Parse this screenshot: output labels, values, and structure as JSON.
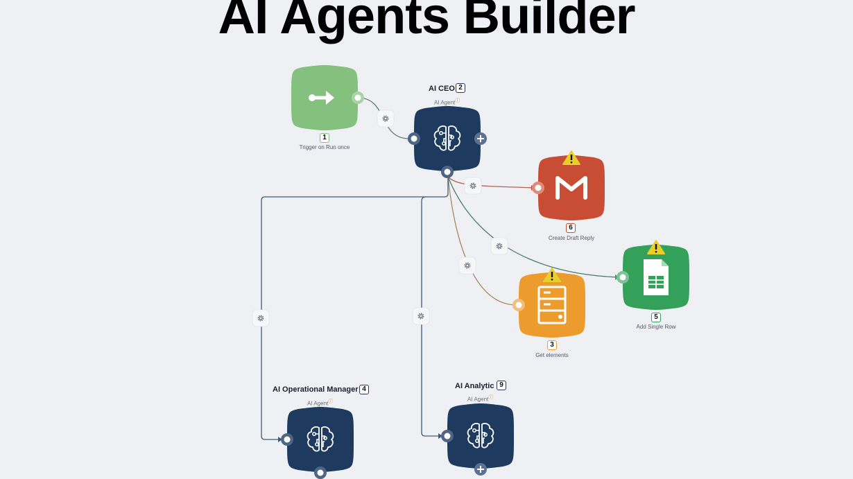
{
  "page": {
    "title": "AI Agents Builder"
  },
  "colors": {
    "background": "#eff0f4",
    "agent": "#1e3a5f",
    "trigger": "#85c17e",
    "gmail": "#c94c35",
    "sheets": "#34a15a",
    "storage": "#ec9c2c",
    "warning": "#e9cf2a",
    "connector": "#3f5a78"
  },
  "nodes": {
    "trigger": {
      "number": "1",
      "label": "Trigger on Run once",
      "icon": "arrow-right-icon"
    },
    "ceo": {
      "number": "2",
      "title": "AI CEO",
      "subtitle": "AI Agent",
      "icon": "brain-icon"
    },
    "get_elements": {
      "number": "3",
      "label": "Get elements",
      "icon": "server-icon",
      "warning": true
    },
    "op_manager": {
      "number": "4",
      "title": "AI Operational Manager",
      "subtitle": "AI Agent",
      "icon": "brain-icon"
    },
    "add_row": {
      "number": "5",
      "label": "Add Single Row",
      "icon": "spreadsheet-icon",
      "warning": true
    },
    "draft_reply": {
      "number": "6",
      "label": "Create Draft Reply",
      "icon": "gmail-icon",
      "warning": true
    },
    "analytic": {
      "number": "9",
      "title": "AI Analytic",
      "subtitle": "AI Agent",
      "icon": "brain-icon"
    }
  },
  "edge_icon": "gear-icon"
}
